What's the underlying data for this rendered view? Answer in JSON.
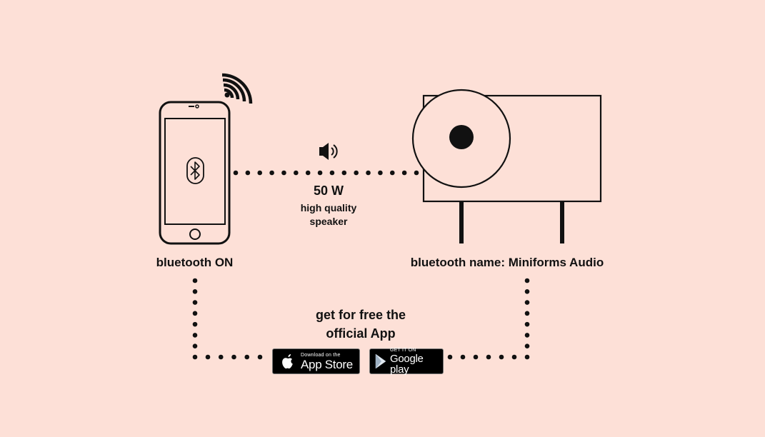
{
  "phone": {
    "label": "bluetooth ON"
  },
  "speaker": {
    "label": "bluetooth name: Miniforms Audio"
  },
  "connection": {
    "power": "50 W",
    "quality_line1": "high quality",
    "quality_line2": "speaker"
  },
  "app": {
    "line1": "get for free the",
    "line2": "official App"
  },
  "appstore": {
    "small": "Download on the",
    "big": "App Store"
  },
  "googleplay": {
    "small": "GET IT ON",
    "big": "Google play"
  },
  "icons": [
    "wifi-signal-icon",
    "bluetooth-icon",
    "speaker-volume-icon",
    "apple-icon",
    "google-play-icon"
  ],
  "colors": {
    "background": "#fde0d7",
    "ink": "#111111"
  }
}
